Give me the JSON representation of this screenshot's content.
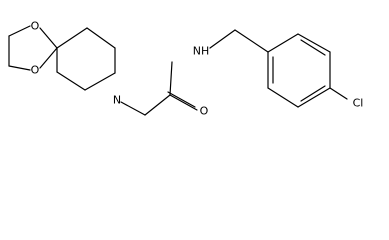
{
  "colors": {
    "bond": "#000000",
    "background": "#ffffff"
  },
  "atoms": {
    "o_top": "O",
    "o_bottom": "O",
    "n_ring": "N",
    "n_amide": "NH",
    "o_carbonyl": "O",
    "cl": "Cl"
  }
}
